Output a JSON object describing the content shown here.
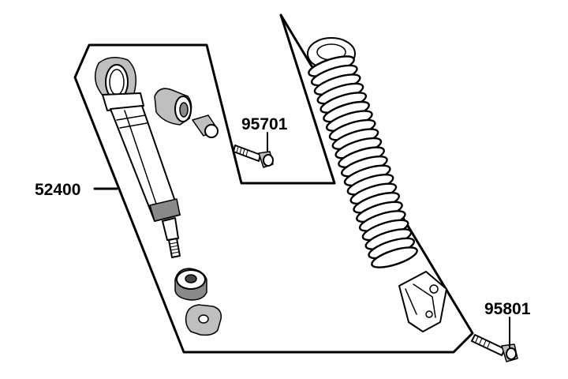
{
  "parts": [
    {
      "number": "52400"
    },
    {
      "number": "95701"
    },
    {
      "number": "95801"
    }
  ]
}
